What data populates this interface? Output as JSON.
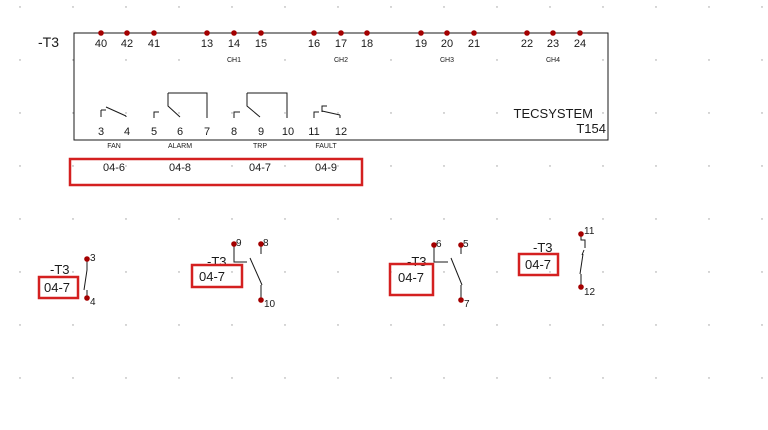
{
  "component": {
    "tag": "-T3",
    "brand": "TECSYSTEM",
    "model": "T154",
    "top_terminals": [
      "40",
      "42",
      "41",
      "13",
      "14",
      "15",
      "16",
      "17",
      "18",
      "19",
      "20",
      "21",
      "22",
      "23",
      "24"
    ],
    "channel_labels": [
      "CH1",
      "CH2",
      "CH3",
      "CH4"
    ],
    "bottom_terminals": [
      "3",
      "4",
      "5",
      "6",
      "7",
      "8",
      "9",
      "10",
      "11",
      "12"
    ],
    "contact_labels": [
      "FAN",
      "ALARM",
      "TRP",
      "FAULT"
    ],
    "page_refs": [
      "04-6",
      "04-8",
      "04-7",
      "04-9"
    ]
  },
  "contacts": [
    {
      "tag": "-T3",
      "ref": "04-7",
      "pins": [
        "3",
        "4"
      ]
    },
    {
      "tag": "-T3",
      "ref": "04-7",
      "pins": [
        "9",
        "8",
        "10"
      ]
    },
    {
      "tag": "-T3",
      "ref": "04-7",
      "pins": [
        "6",
        "5",
        "7"
      ]
    },
    {
      "tag": "-T3",
      "ref": "04-7",
      "pins": [
        "11",
        "12"
      ]
    }
  ],
  "colors": {
    "pin": "#a40000",
    "highlight": "#d42020",
    "line": "#1a1a1a"
  }
}
